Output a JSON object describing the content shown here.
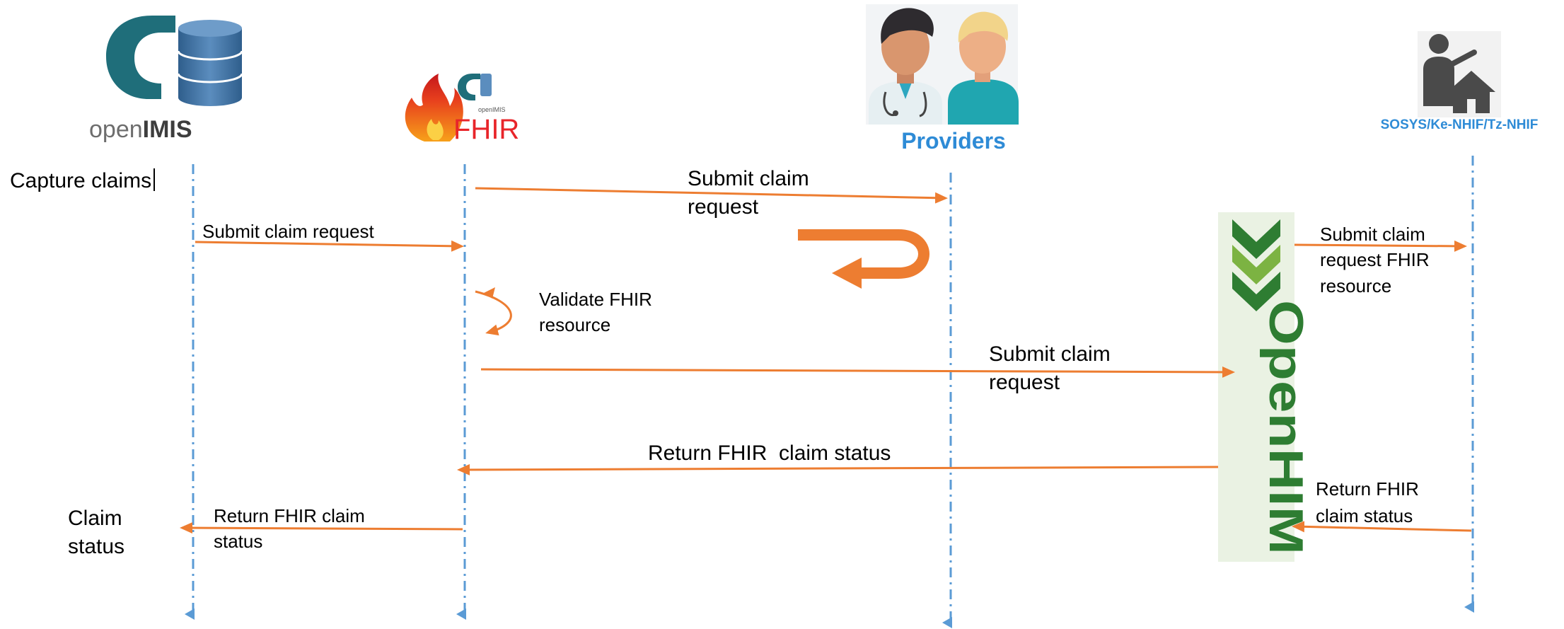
{
  "actors": {
    "openimis": {
      "logo_prefix": "open",
      "logo_suffix": "IMIS"
    },
    "fhir": {
      "logo_text": "FHIR",
      "small_caption": "openIMIS"
    },
    "providers": {
      "label": "Providers"
    },
    "sosys": {
      "label": "SOSYS/Ke-NHIF/Tz-NHIF"
    },
    "openhim": {
      "logo_text": "OpenHIM"
    }
  },
  "labels": {
    "capture_claims": "Capture claims",
    "claim_status_1": "Claim",
    "claim_status_2": "status"
  },
  "messages": {
    "submit_to_providers_1": "Submit claim",
    "submit_to_providers_2": "request",
    "submit_claim_request": "Submit claim request",
    "validate_1": "Validate FHIR",
    "validate_2": "resource",
    "submit_to_openhim_1": "Submit claim",
    "submit_to_openhim_2": "request",
    "submit_to_sosys_1": "Submit claim",
    "submit_to_sosys_2": "request FHIR",
    "submit_to_sosys_3": "resource",
    "return_fhir_status": "Return FHIR  claim status",
    "return_from_sosys_1": "Return FHIR",
    "return_from_sosys_2": "claim status",
    "return_to_openimis_1": "Return FHIR claim",
    "return_to_openimis_2": "status"
  },
  "colors": {
    "arrow": "#ED7D31",
    "lifeline": "#5B9BD5",
    "teal": "#1F6E7A",
    "db_blue": "#3E6F9E",
    "providers_text": "#2E8BD6",
    "openhim_green": "#2E7D32",
    "openhim_light": "#7CB342"
  }
}
